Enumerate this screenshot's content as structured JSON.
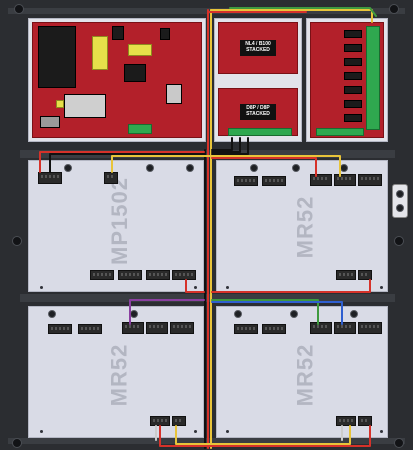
{
  "enclosure": {
    "colors": {
      "enclosure": "#2b2d31",
      "panel": "#d9dbe6",
      "red_board": "#b3202a",
      "wire_red": "#d6322a",
      "wire_yellow": "#e8c43a",
      "wire_green": "#3f9a3f",
      "wire_purple": "#8a3fa0",
      "wire_black": "#111111",
      "wire_blue": "#2f5fd0"
    }
  },
  "boards": {
    "top_left_label": "MP1502",
    "top_right_label": "MR52",
    "bottom_left_label": "MR52",
    "bottom_right_label": "MR52"
  },
  "stacked_modules": {
    "upper": {
      "line1": "NL4 / B100",
      "line2": "STACKED"
    },
    "lower": {
      "line1": "D8P / D8P",
      "line2": "STACKED"
    }
  }
}
